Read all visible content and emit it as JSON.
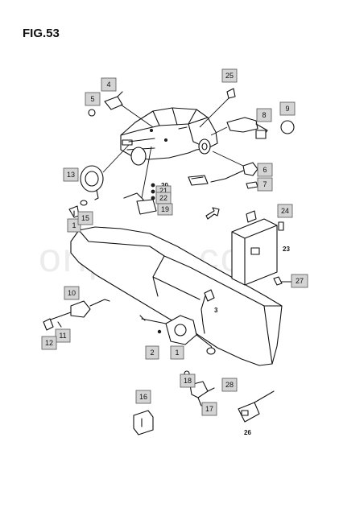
{
  "figure": {
    "title": "FIG.53",
    "watermark": "oriparts.com"
  },
  "callouts": {
    "c1a": "1",
    "c1b": "1",
    "c2": "2",
    "c3": "3",
    "c4": "4",
    "c5": "5",
    "c6": "6",
    "c7": "7",
    "c8": "8",
    "c9": "9",
    "c10": "10",
    "c11": "11",
    "c12": "12",
    "c13": "13",
    "c15": "15",
    "c16": "16",
    "c17": "17",
    "c18": "18",
    "c19": "19",
    "c20": "20",
    "c21": "21",
    "c22": "22",
    "c23": "23",
    "c24": "24",
    "c25": "25",
    "c26": "26",
    "c27": "27",
    "c28": "28"
  }
}
